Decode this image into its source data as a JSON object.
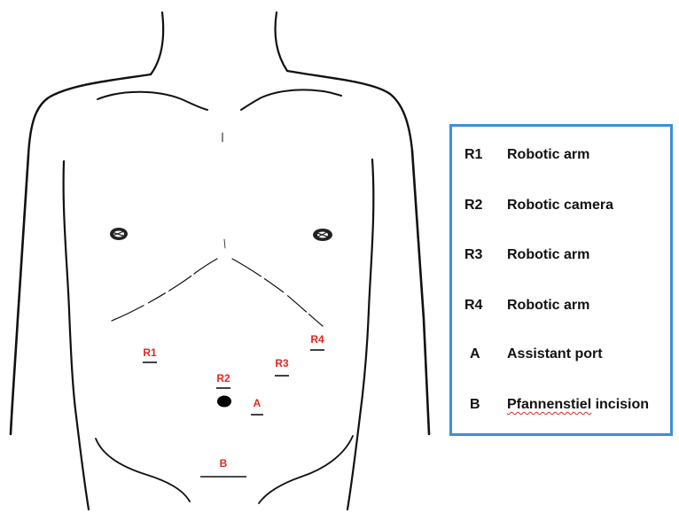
{
  "ports": [
    {
      "id": "R1",
      "label": "R1",
      "color": "#e0271f"
    },
    {
      "id": "R2",
      "label": "R2",
      "color": "#e0271f"
    },
    {
      "id": "R3",
      "label": "R3",
      "color": "#e0271f"
    },
    {
      "id": "R4",
      "label": "R4",
      "color": "#e0271f"
    },
    {
      "id": "A",
      "label": "A",
      "color": "#e0271f"
    },
    {
      "id": "B",
      "label": "B",
      "color": "#e0271f"
    }
  ],
  "legend": {
    "border_color": "#3a8fdb",
    "items": [
      {
        "code": "R1",
        "description": "Robotic arm"
      },
      {
        "code": "R2",
        "description": "Robotic camera"
      },
      {
        "code": "R3",
        "description": "Robotic arm"
      },
      {
        "code": "R4",
        "description": "Robotic arm"
      },
      {
        "code": "A",
        "description": "Assistant port"
      },
      {
        "code": "B",
        "description_underlined": "Pfannenstiel",
        "description_rest": " incision"
      }
    ]
  }
}
